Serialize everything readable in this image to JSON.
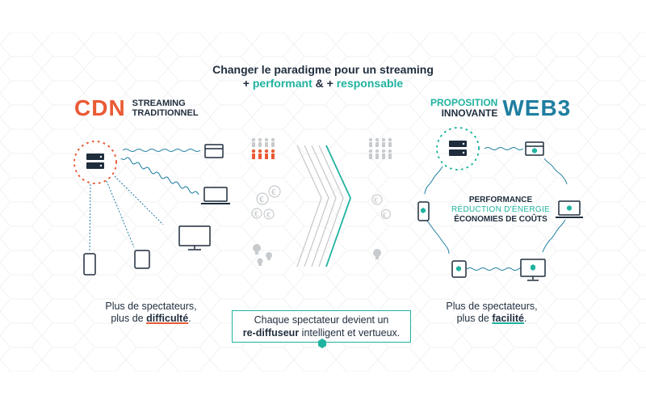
{
  "header": {
    "line1": "Changer le paradigme pour un streaming",
    "line2_prefix": "+ ",
    "line2_performant": "performant",
    "line2_mid": " & + ",
    "line2_responsable": "responsable"
  },
  "left_brand": {
    "cdn": "CDN",
    "sub1": "STREAMING",
    "sub2": "TRADITIONNEL"
  },
  "right_brand": {
    "line1": "PROPOSITION",
    "line2": "INNOVANTE",
    "web3": "WEB3"
  },
  "center_panel": {
    "performance": "PERFORMANCE",
    "reduction": "RÉDUCTION D'ÉNERGIE",
    "economies": "ÉCONOMIES DE COÛTS"
  },
  "captions": {
    "left_line1": "Plus de spectateurs,",
    "left_prefix": "plus de ",
    "left_bold": "difficulté",
    "left_suffix": ".",
    "right_line1": "Plus de spectateurs,",
    "right_prefix": "plus de ",
    "right_bold": "facilité",
    "right_suffix": "."
  },
  "center_box": {
    "line1": "Chaque spectateur devient un",
    "bold": "re-diffuseur",
    "rest": " intelligent et vertueux."
  },
  "colors": {
    "orange": "#ea5a34",
    "teal": "#1fb3a0",
    "navy": "#1f2d3d",
    "blue": "#1f7ea0",
    "gray": "#bfc3c7"
  },
  "icons": [
    "server-icon",
    "browser-window-icon",
    "laptop-icon",
    "monitor-icon",
    "tablet-icon",
    "phone-icon",
    "people-icon",
    "euro-icon",
    "lightbulb-icon",
    "chevron-arrows-icon",
    "hexagon-dot-icon"
  ]
}
